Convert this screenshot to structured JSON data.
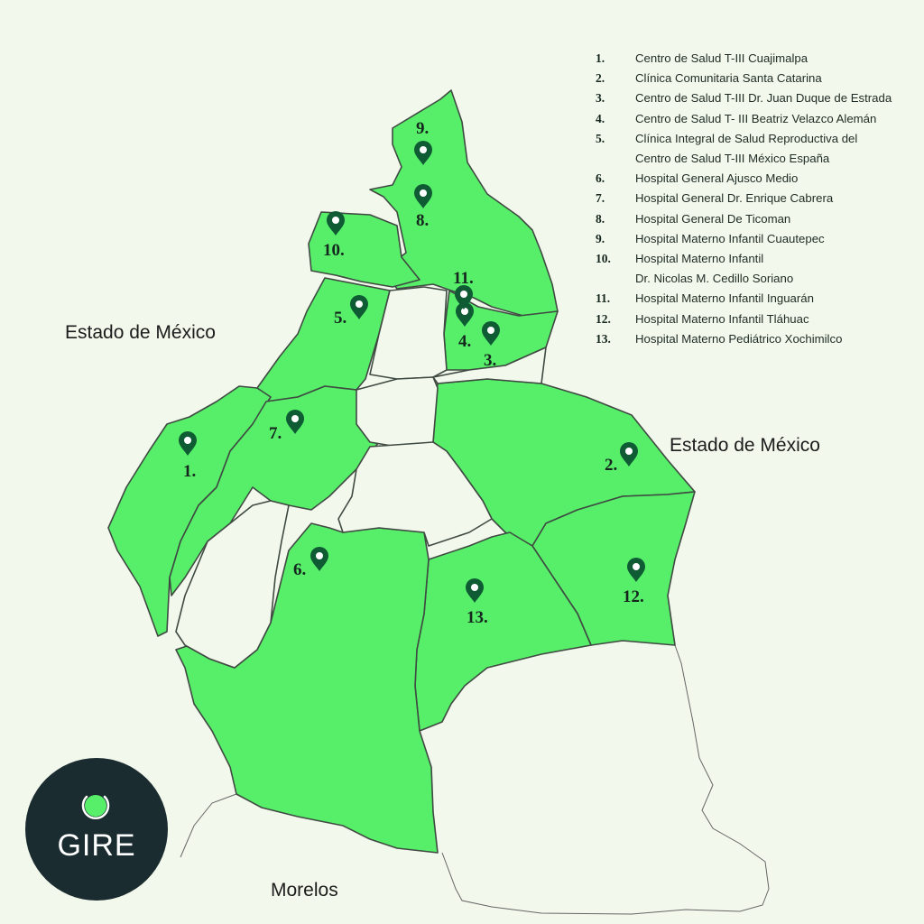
{
  "map": {
    "labels": {
      "estado_mexico_west": "Estado de México",
      "estado_mexico_east": "Estado de México",
      "morelos": "Morelos"
    },
    "pin_color": "#0e5b34",
    "region_color": "#57ef69",
    "pins": [
      {
        "id": 1,
        "label": "1."
      },
      {
        "id": 2,
        "label": "2."
      },
      {
        "id": 3,
        "label": "3."
      },
      {
        "id": 4,
        "label": "4."
      },
      {
        "id": 5,
        "label": "5."
      },
      {
        "id": 6,
        "label": "6."
      },
      {
        "id": 7,
        "label": "7."
      },
      {
        "id": 8,
        "label": "8."
      },
      {
        "id": 9,
        "label": "9."
      },
      {
        "id": 10,
        "label": "10."
      },
      {
        "id": 11,
        "label": "11."
      },
      {
        "id": 12,
        "label": "12."
      },
      {
        "id": 13,
        "label": "13."
      }
    ]
  },
  "legend": [
    {
      "num": "1.",
      "lines": [
        "Centro de Salud T-III Cuajimalpa"
      ]
    },
    {
      "num": "2.",
      "lines": [
        "Clínica Comunitaria Santa Catarina"
      ]
    },
    {
      "num": "3.",
      "lines": [
        "Centro de Salud T-III Dr. Juan Duque de Estrada"
      ]
    },
    {
      "num": "4.",
      "lines": [
        "Centro de Salud T- III Beatriz Velazco Alemán"
      ]
    },
    {
      "num": "5.",
      "lines": [
        "Clínica Integral de Salud Reproductiva del",
        "Centro de Salud T-III México España"
      ]
    },
    {
      "num": "6.",
      "lines": [
        "Hospital General Ajusco Medio"
      ]
    },
    {
      "num": "7.",
      "lines": [
        "Hospital General Dr. Enrique Cabrera"
      ]
    },
    {
      "num": "8.",
      "lines": [
        "Hospital General De Ticoman"
      ]
    },
    {
      "num": "9.",
      "lines": [
        "Hospital Materno Infantil Cuautepec"
      ]
    },
    {
      "num": "10.",
      "lines": [
        "Hospital Materno Infantil",
        "Dr. Nicolas M. Cedillo Soriano"
      ]
    },
    {
      "num": "11.",
      "lines": [
        "Hospital Materno Infantil Inguarán"
      ]
    },
    {
      "num": "12.",
      "lines": [
        "Hospital Materno Infantil Tláhuac"
      ]
    },
    {
      "num": "13.",
      "lines": [
        "Hospital Materno Pediátrico Xochimilco"
      ]
    }
  ],
  "logo": {
    "text": "GIRE",
    "ring_color": "#57ef69"
  }
}
